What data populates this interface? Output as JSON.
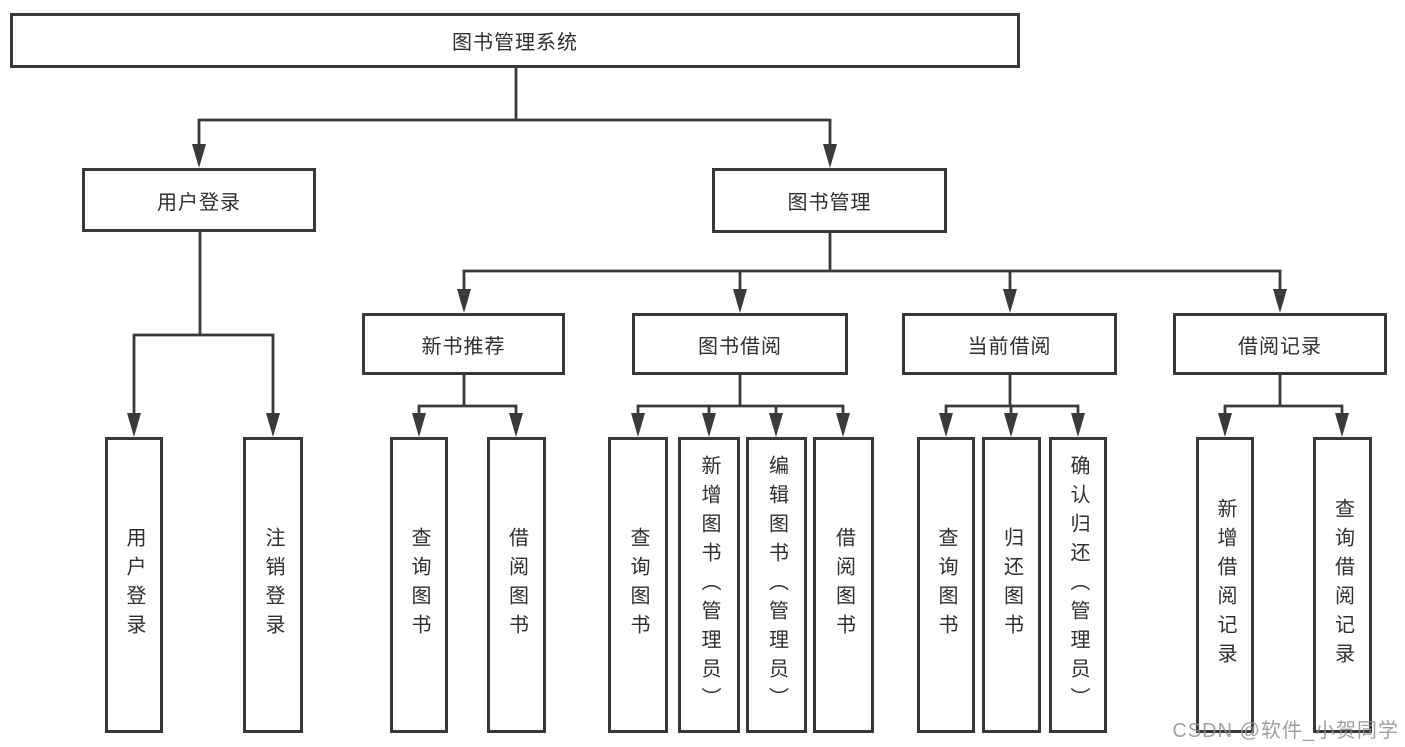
{
  "diagram": {
    "root_label": "图书管理系统",
    "level2": [
      {
        "label": "用户登录",
        "leaves": [
          "用户登录",
          "注销登录"
        ]
      },
      {
        "label": "图书管理",
        "level3": [
          {
            "label": "新书推荐",
            "leaves": [
              "查询图书",
              "借阅图书"
            ]
          },
          {
            "label": "图书借阅",
            "leaves": [
              "查询图书",
              "新增图书（管理员）",
              "编辑图书（管理员）",
              "借阅图书"
            ]
          },
          {
            "label": "当前借阅",
            "leaves": [
              "查询图书",
              "归还图书",
              "确认归还（管理员）"
            ]
          },
          {
            "label": "借阅记录",
            "leaves": [
              "新增借阅记录",
              "查询借阅记录"
            ]
          }
        ]
      }
    ]
  },
  "watermark": "CSDN @软件_小贺同学",
  "colors": {
    "line": "#3a3a3a",
    "border": "#383838",
    "text": "#2f2f2f",
    "watermark": "#919191",
    "background": "#ffffff"
  }
}
